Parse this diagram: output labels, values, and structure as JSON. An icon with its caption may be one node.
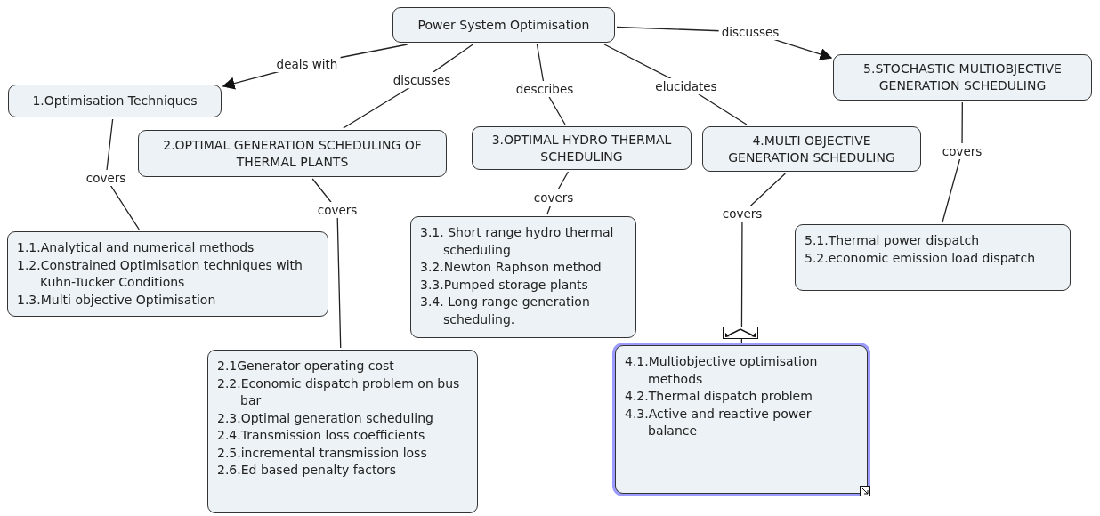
{
  "diagram": {
    "nodes": [
      {
        "text": [
          "Power System Optimisation"
        ]
      },
      {
        "text": [
          "1.Optimisation Techniques"
        ]
      },
      {
        "text": [
          "2.OPTIMAL GENERATION SCHEDULING OF THERMAL PLANTS"
        ]
      },
      {
        "text": [
          "3.OPTIMAL HYDRO THERMAL SCHEDULING"
        ]
      },
      {
        "text": [
          "4.MULTI OBJECTIVE GENERATION SCHEDULING"
        ]
      },
      {
        "text": [
          "5.STOCHASTIC MULTIOBJECTIVE GENERATION SCHEDULING"
        ]
      },
      {
        "text": [
          "1.1.Analytical and numerical methods",
          "1.2.Constrained Optimisation techniques with Kuhn-Tucker Conditions",
          "1.3.Multi objective Optimisation"
        ]
      },
      {
        "text": [
          "3.1. Short range hydro thermal scheduling",
          "3.2.Newton Raphson method",
          "3.3.Pumped storage plants",
          "3.4. Long range generation scheduling."
        ]
      },
      {
        "text": [
          "2.1Generator operating cost",
          "2.2.Economic dispatch problem on bus bar",
          "2.3.Optimal generation scheduling",
          "2.4.Transmission loss coefficients",
          "2.5.incremental transmission loss",
          "2.6.Ed based penalty factors"
        ]
      },
      {
        "text": [
          "4.1.Multiobjective optimisation methods",
          "4.2.Thermal dispatch problem",
          "4.3.Active and reactive power balance"
        ]
      },
      {
        "text": [
          "5.1.Thermal power dispatch",
          "5.2.economic emission load dispatch"
        ]
      }
    ],
    "edges": [
      {
        "from": 0,
        "to": 1,
        "arrow": "to",
        "label": "deals with"
      },
      {
        "from": 0,
        "to": 2,
        "arrow": "none",
        "label": "discusses"
      },
      {
        "from": 0,
        "to": 3,
        "arrow": "none",
        "label": "describes"
      },
      {
        "from": 0,
        "to": 4,
        "arrow": "none",
        "label": "elucidates"
      },
      {
        "from": 0,
        "to": 5,
        "arrow": "to",
        "label": "discusses"
      },
      {
        "from": 1,
        "to": 6,
        "arrow": "none",
        "label": "covers"
      },
      {
        "from": 2,
        "to": 8,
        "arrow": "none",
        "label": "covers"
      },
      {
        "from": 3,
        "to": 7,
        "arrow": "none",
        "label": "covers"
      },
      {
        "from": 4,
        "to": 9,
        "arrow": "none",
        "label": "covers"
      },
      {
        "from": 5,
        "to": 10,
        "arrow": "none",
        "label": "covers"
      }
    ]
  }
}
